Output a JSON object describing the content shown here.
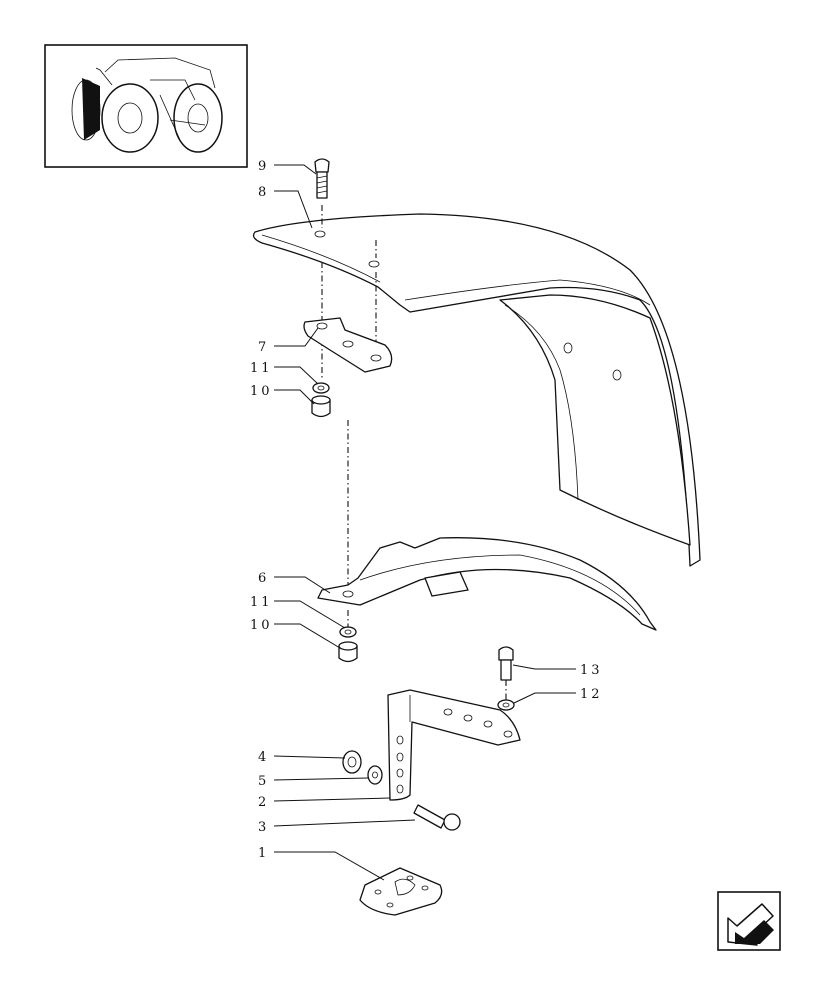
{
  "diagram": {
    "callouts": [
      {
        "id": "c9",
        "text": "9"
      },
      {
        "id": "c8",
        "text": "8"
      },
      {
        "id": "c7",
        "text": "7"
      },
      {
        "id": "c11a",
        "text": "11"
      },
      {
        "id": "c10a",
        "text": "10"
      },
      {
        "id": "c6",
        "text": "6"
      },
      {
        "id": "c11b",
        "text": "11"
      },
      {
        "id": "c10b",
        "text": "10"
      },
      {
        "id": "c13",
        "text": "13"
      },
      {
        "id": "c12",
        "text": "12"
      },
      {
        "id": "c4",
        "text": "4"
      },
      {
        "id": "c5",
        "text": "5"
      },
      {
        "id": "c2",
        "text": "2"
      },
      {
        "id": "c3",
        "text": "3"
      },
      {
        "id": "c1",
        "text": "1"
      }
    ],
    "icons": {
      "thumbnail": "tractor-location-thumbnail",
      "nav": "back-arrow-icon"
    }
  }
}
